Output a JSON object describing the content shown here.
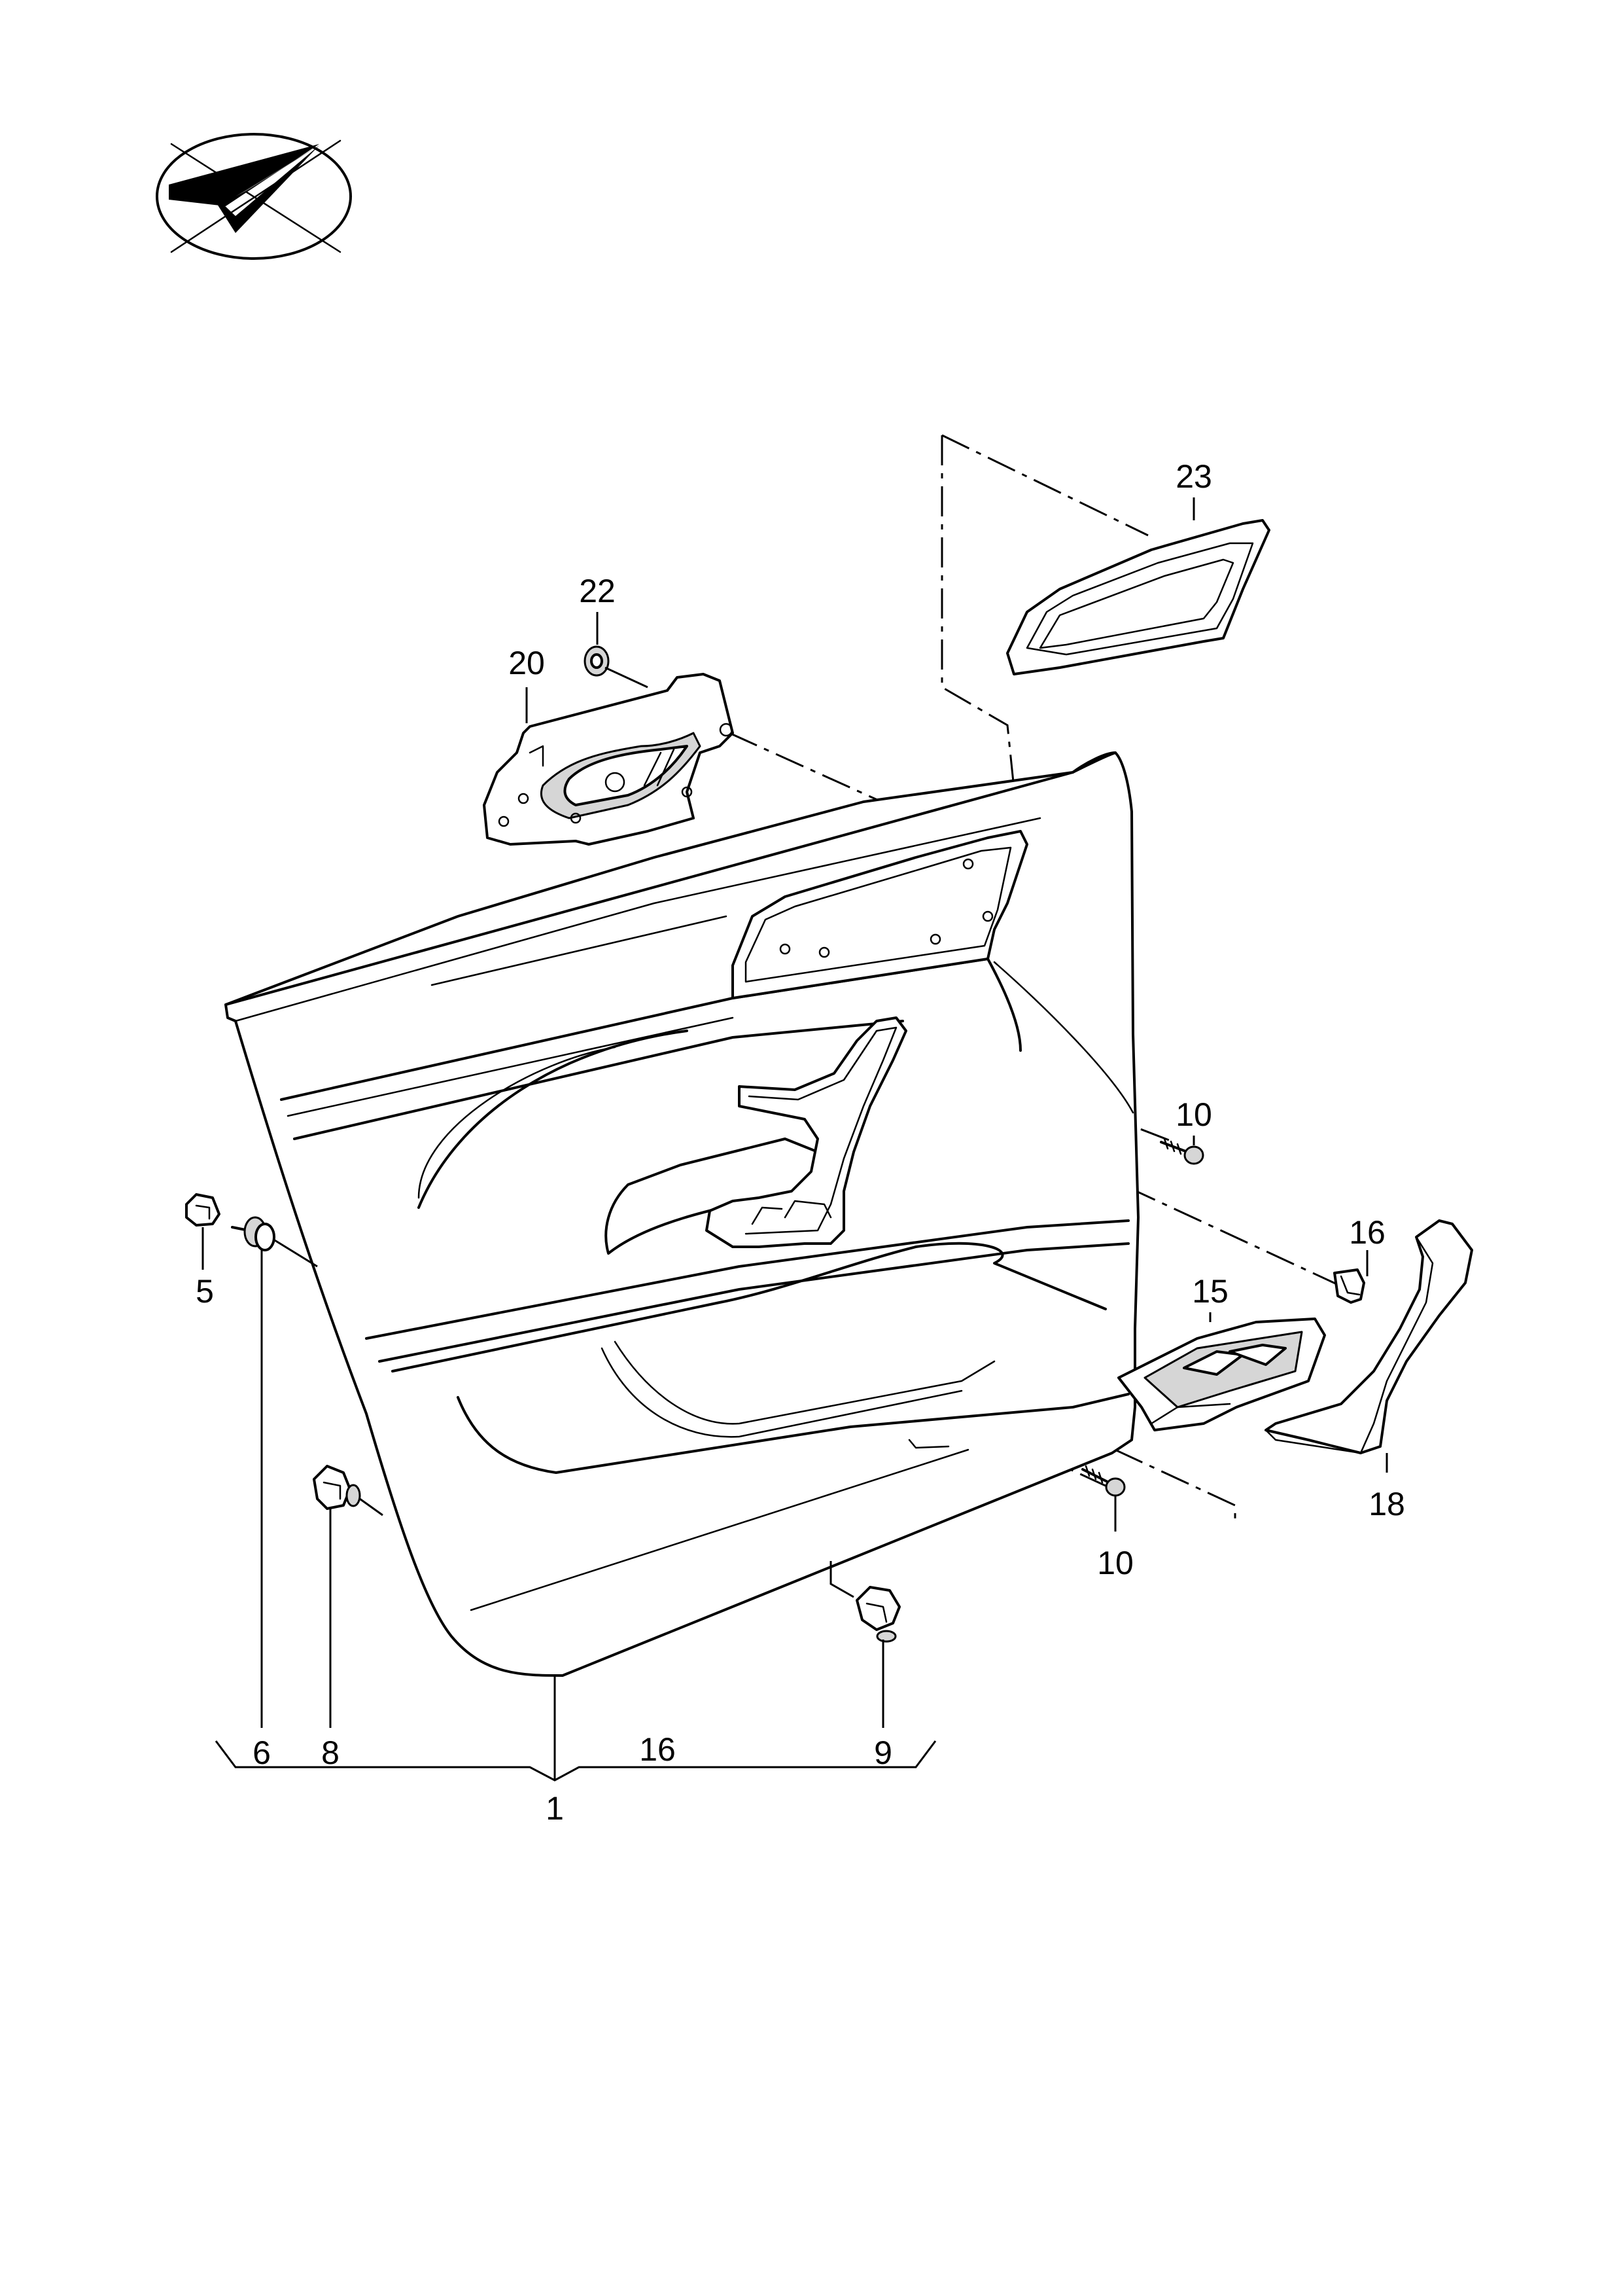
{
  "labels": {
    "p1": "1",
    "p5": "5",
    "p6": "6",
    "p8": "8",
    "p9": "9",
    "p10a": "10",
    "p10b": "10",
    "p15": "15",
    "p16a": "16",
    "p16b": "16",
    "p18": "18",
    "p20": "20",
    "p22": "22",
    "p23": "23"
  },
  "icon": {
    "name": "paper-plane-check-icon"
  }
}
